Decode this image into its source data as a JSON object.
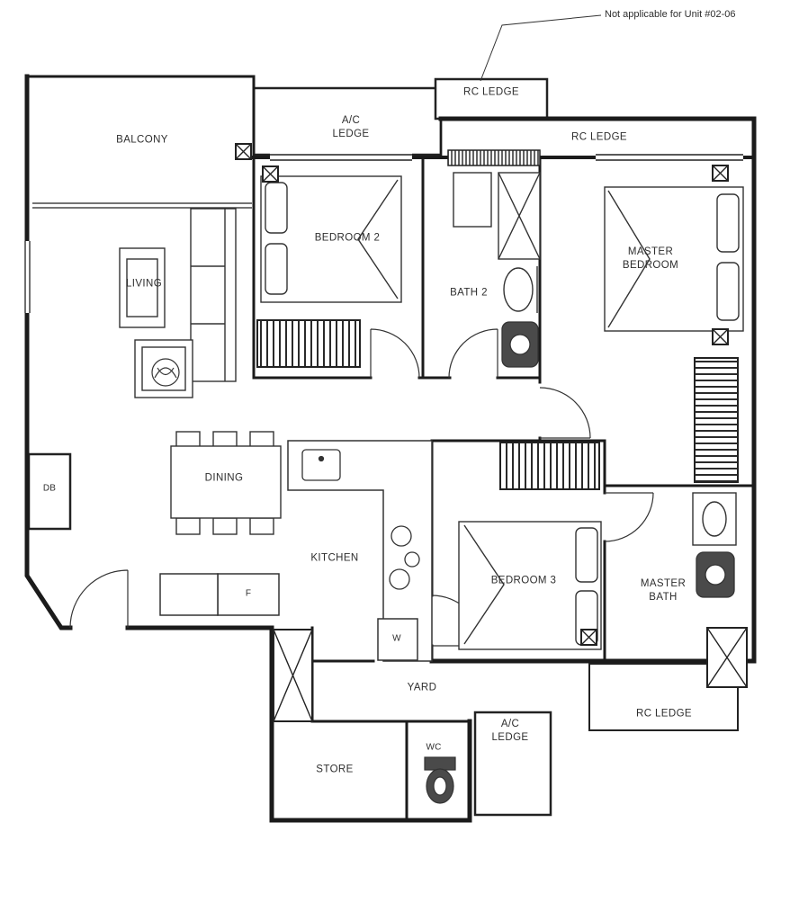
{
  "annotation": {
    "text": "Not applicable for Unit #02-06"
  },
  "rooms": {
    "balcony": "BALCONY",
    "ac_ledge_top": "A/C\nLEDGE",
    "rc_ledge_top": "RC LEDGE",
    "rc_ledge_right": "RC LEDGE",
    "bedroom2": "BEDROOM 2",
    "master_bedroom": "MASTER\nBEDROOM",
    "living": "LIVING",
    "bath2": "BATH 2",
    "db": "DB",
    "dining": "DINING",
    "kitchen": "KITCHEN",
    "bedroom3": "BEDROOM 3",
    "master_bath": "MASTER\nBATH",
    "yard": "YARD",
    "ac_ledge_bottom": "A/C\nLEDGE",
    "rc_ledge_bottom": "RC LEDGE",
    "wc": "WC",
    "store": "STORE"
  },
  "appliances": {
    "fridge": "F",
    "washer": "W"
  },
  "colors": {
    "wall": "#1b1b1b",
    "text": "#2e2e2e",
    "background": "#ffffff"
  }
}
